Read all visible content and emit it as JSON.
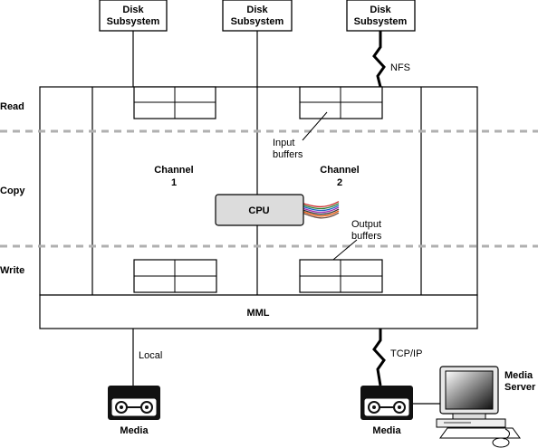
{
  "disks": [
    {
      "line1": "Disk",
      "line2": "Subsystem"
    },
    {
      "line1": "Disk",
      "line2": "Subsystem"
    },
    {
      "line1": "Disk",
      "line2": "Subsystem"
    }
  ],
  "phases": {
    "read": "Read",
    "copy": "Copy",
    "write": "Write"
  },
  "nfs_label": "NFS",
  "channel1": {
    "line1": "Channel",
    "line2": "1"
  },
  "channel2": {
    "line1": "Channel",
    "line2": "2"
  },
  "cpu_label": "CPU",
  "input_buffers": {
    "line1": "Input",
    "line2": "buffers"
  },
  "output_buffers": {
    "line1": "Output",
    "line2": "buffers"
  },
  "mml_label": "MML",
  "local_label": "Local",
  "tcpip_label": "TCP/IP",
  "media_left_label": "Media",
  "media_right_label": "Media",
  "media_server": {
    "line1": "Media",
    "line2": "Server"
  },
  "colors": {
    "cpu_fill": "#dcdcdc",
    "dash": "#b0b0b0",
    "line": "#000000"
  },
  "cable_colors": [
    "#cc2b2b",
    "#2e7d32",
    "#1565c0",
    "#9c27b0",
    "#333333",
    "#e65100",
    "#6d4c41"
  ]
}
